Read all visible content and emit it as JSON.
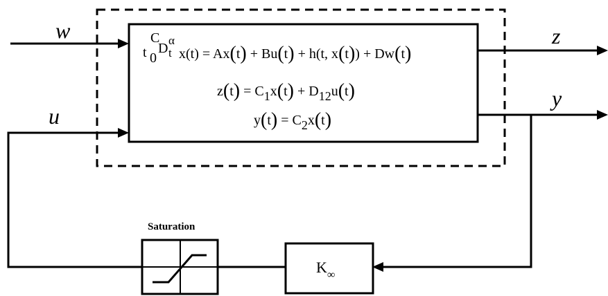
{
  "signals": {
    "w": "w",
    "u": "u",
    "z": "z",
    "y": "y"
  },
  "plant": {
    "eq1": {
      "C": "C",
      "t0_t": "t",
      "t0_0": "0",
      "D": "D",
      "D_sub": "t",
      "alpha": "α",
      "lhs_tail": "x(t) = Ax",
      "t1": "t",
      "mid1": " + Bu",
      "t2": "t",
      "mid2": " + h(t, x",
      "t3": "t",
      "mid3": ") + Dw",
      "t4": "t"
    },
    "eq2": {
      "z": "z",
      "t1": "t",
      "eq": " = C",
      "sub1": "1",
      "x": "x",
      "t2": "t",
      "plusD": " + D",
      "sub2": "12",
      "u": "u",
      "t3": "t"
    },
    "eq3": {
      "y": "y",
      "t1": "t",
      "eq": " = C",
      "sub1": "2",
      "x": "x",
      "t2": "t"
    }
  },
  "saturation": {
    "label": "Saturation"
  },
  "controller": {
    "K": "K",
    "sub": "∞"
  },
  "colors": {
    "line": "#000000",
    "background": "#ffffff"
  }
}
